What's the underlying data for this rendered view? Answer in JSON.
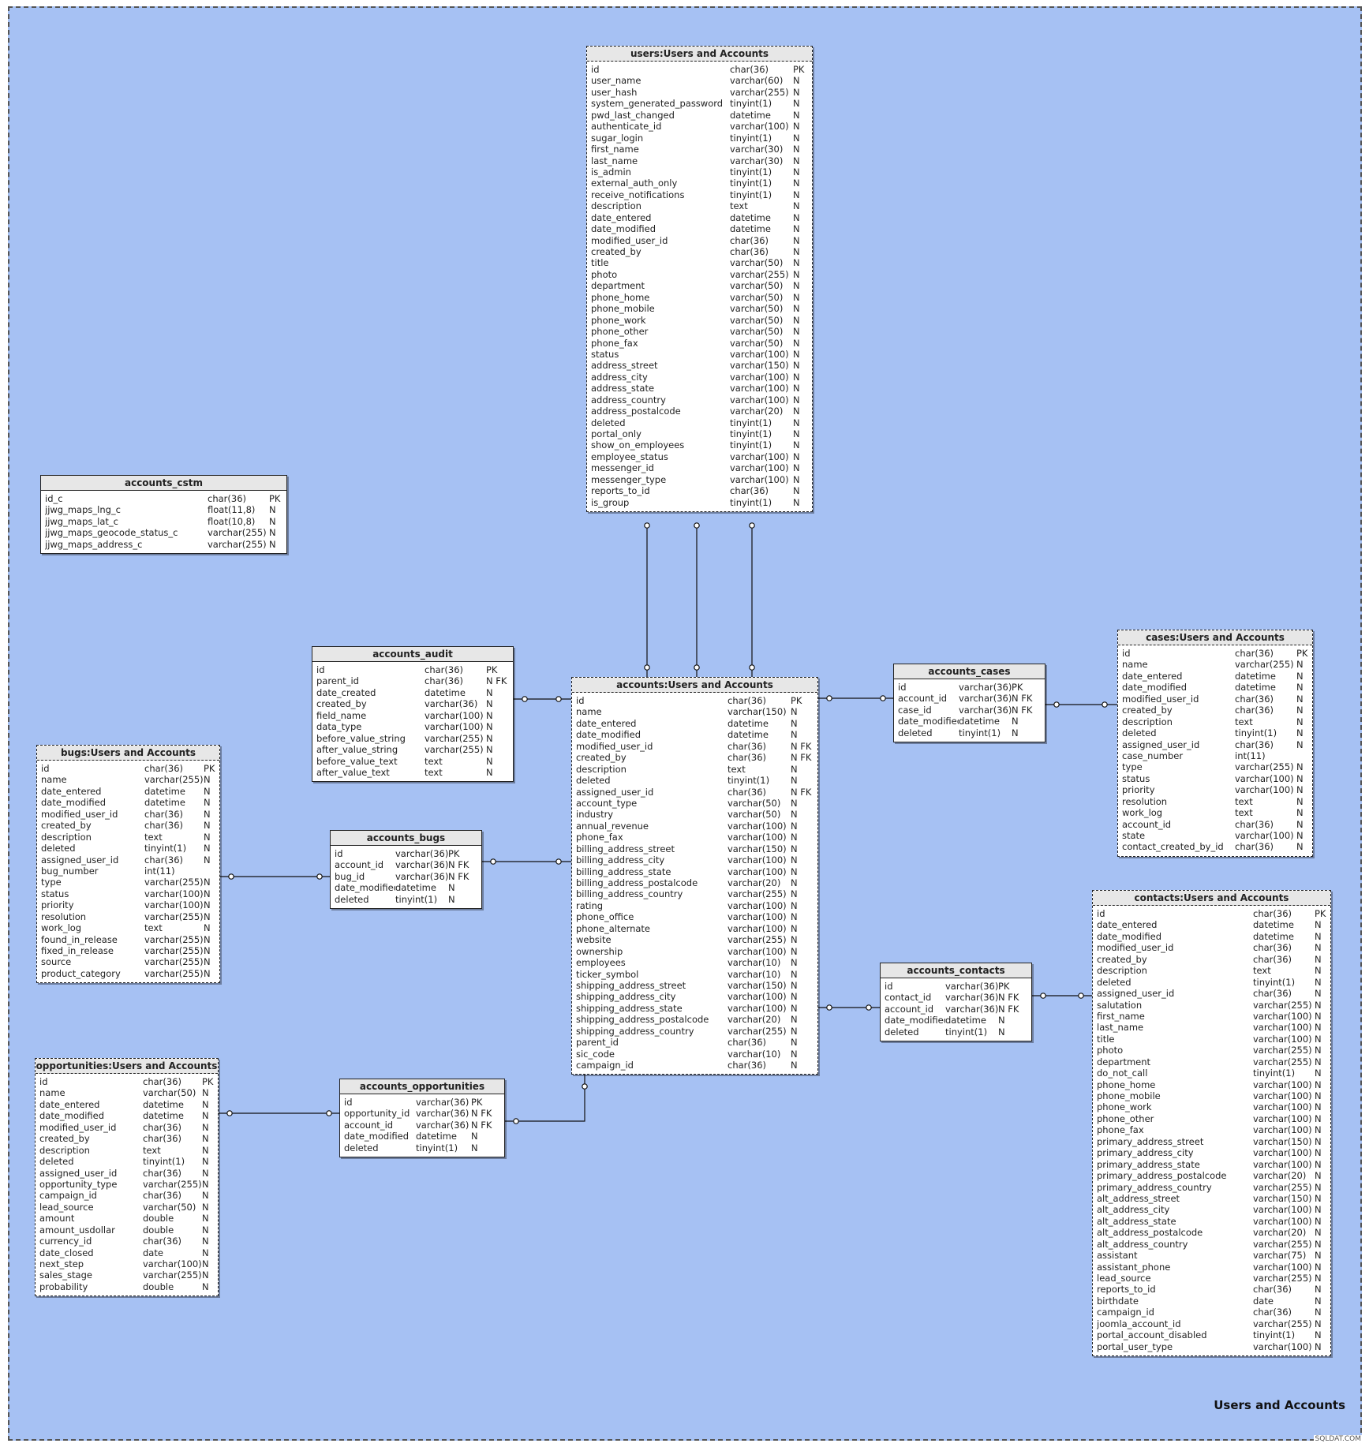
{
  "diagram": {
    "title": "Users and Accounts",
    "watermark": "SQLDAT.COM"
  },
  "colors": {
    "canvas": "#a6c1f3",
    "box": "#ffffff",
    "header": "#e7e7e7",
    "line": "#111111"
  },
  "entities": [
    {
      "id": "users",
      "title": "users:Users and Accounts",
      "dashed": true,
      "columns": [
        [
          "id",
          "char(36)",
          "PK"
        ],
        [
          "user_name",
          "varchar(60)",
          "N"
        ],
        [
          "user_hash",
          "varchar(255)",
          "N"
        ],
        [
          "system_generated_password",
          "tinyint(1)",
          "N"
        ],
        [
          "pwd_last_changed",
          "datetime",
          "N"
        ],
        [
          "authenticate_id",
          "varchar(100)",
          "N"
        ],
        [
          "sugar_login",
          "tinyint(1)",
          "N"
        ],
        [
          "first_name",
          "varchar(30)",
          "N"
        ],
        [
          "last_name",
          "varchar(30)",
          "N"
        ],
        [
          "is_admin",
          "tinyint(1)",
          "N"
        ],
        [
          "external_auth_only",
          "tinyint(1)",
          "N"
        ],
        [
          "receive_notifications",
          "tinyint(1)",
          "N"
        ],
        [
          "description",
          "text",
          "N"
        ],
        [
          "date_entered",
          "datetime",
          "N"
        ],
        [
          "date_modified",
          "datetime",
          "N"
        ],
        [
          "modified_user_id",
          "char(36)",
          "N"
        ],
        [
          "created_by",
          "char(36)",
          "N"
        ],
        [
          "title",
          "varchar(50)",
          "N"
        ],
        [
          "photo",
          "varchar(255)",
          "N"
        ],
        [
          "department",
          "varchar(50)",
          "N"
        ],
        [
          "phone_home",
          "varchar(50)",
          "N"
        ],
        [
          "phone_mobile",
          "varchar(50)",
          "N"
        ],
        [
          "phone_work",
          "varchar(50)",
          "N"
        ],
        [
          "phone_other",
          "varchar(50)",
          "N"
        ],
        [
          "phone_fax",
          "varchar(50)",
          "N"
        ],
        [
          "status",
          "varchar(100)",
          "N"
        ],
        [
          "address_street",
          "varchar(150)",
          "N"
        ],
        [
          "address_city",
          "varchar(100)",
          "N"
        ],
        [
          "address_state",
          "varchar(100)",
          "N"
        ],
        [
          "address_country",
          "varchar(100)",
          "N"
        ],
        [
          "address_postalcode",
          "varchar(20)",
          "N"
        ],
        [
          "deleted",
          "tinyint(1)",
          "N"
        ],
        [
          "portal_only",
          "tinyint(1)",
          "N"
        ],
        [
          "show_on_employees",
          "tinyint(1)",
          "N"
        ],
        [
          "employee_status",
          "varchar(100)",
          "N"
        ],
        [
          "messenger_id",
          "varchar(100)",
          "N"
        ],
        [
          "messenger_type",
          "varchar(100)",
          "N"
        ],
        [
          "reports_to_id",
          "char(36)",
          "N"
        ],
        [
          "is_group",
          "tinyint(1)",
          "N"
        ]
      ]
    },
    {
      "id": "accounts_cstm",
      "title": "accounts_cstm",
      "dashed": false,
      "columns": [
        [
          "id_c",
          "char(36)",
          "PK"
        ],
        [
          "jjwg_maps_lng_c",
          "float(11,8)",
          "N"
        ],
        [
          "jjwg_maps_lat_c",
          "float(10,8)",
          "N"
        ],
        [
          "jjwg_maps_geocode_status_c",
          "varchar(255)",
          "N"
        ],
        [
          "jjwg_maps_address_c",
          "varchar(255)",
          "N"
        ]
      ]
    },
    {
      "id": "accounts_audit",
      "title": "accounts_audit",
      "dashed": false,
      "columns": [
        [
          "id",
          "char(36)",
          "PK"
        ],
        [
          "parent_id",
          "char(36)",
          "N FK"
        ],
        [
          "date_created",
          "datetime",
          "N"
        ],
        [
          "created_by",
          "varchar(36)",
          "N"
        ],
        [
          "field_name",
          "varchar(100)",
          "N"
        ],
        [
          "data_type",
          "varchar(100)",
          "N"
        ],
        [
          "before_value_string",
          "varchar(255)",
          "N"
        ],
        [
          "after_value_string",
          "varchar(255)",
          "N"
        ],
        [
          "before_value_text",
          "text",
          "N"
        ],
        [
          "after_value_text",
          "text",
          "N"
        ]
      ]
    },
    {
      "id": "accounts",
      "title": "accounts:Users and Accounts",
      "dashed": true,
      "columns": [
        [
          "id",
          "char(36)",
          "PK"
        ],
        [
          "name",
          "varchar(150)",
          "N"
        ],
        [
          "date_entered",
          "datetime",
          "N"
        ],
        [
          "date_modified",
          "datetime",
          "N"
        ],
        [
          "modified_user_id",
          "char(36)",
          "N FK"
        ],
        [
          "created_by",
          "char(36)",
          "N FK"
        ],
        [
          "description",
          "text",
          "N"
        ],
        [
          "deleted",
          "tinyint(1)",
          "N"
        ],
        [
          "assigned_user_id",
          "char(36)",
          "N FK"
        ],
        [
          "account_type",
          "varchar(50)",
          "N"
        ],
        [
          "industry",
          "varchar(50)",
          "N"
        ],
        [
          "annual_revenue",
          "varchar(100)",
          "N"
        ],
        [
          "phone_fax",
          "varchar(100)",
          "N"
        ],
        [
          "billing_address_street",
          "varchar(150)",
          "N"
        ],
        [
          "billing_address_city",
          "varchar(100)",
          "N"
        ],
        [
          "billing_address_state",
          "varchar(100)",
          "N"
        ],
        [
          "billing_address_postalcode",
          "varchar(20)",
          "N"
        ],
        [
          "billing_address_country",
          "varchar(255)",
          "N"
        ],
        [
          "rating",
          "varchar(100)",
          "N"
        ],
        [
          "phone_office",
          "varchar(100)",
          "N"
        ],
        [
          "phone_alternate",
          "varchar(100)",
          "N"
        ],
        [
          "website",
          "varchar(255)",
          "N"
        ],
        [
          "ownership",
          "varchar(100)",
          "N"
        ],
        [
          "employees",
          "varchar(10)",
          "N"
        ],
        [
          "ticker_symbol",
          "varchar(10)",
          "N"
        ],
        [
          "shipping_address_street",
          "varchar(150)",
          "N"
        ],
        [
          "shipping_address_city",
          "varchar(100)",
          "N"
        ],
        [
          "shipping_address_state",
          "varchar(100)",
          "N"
        ],
        [
          "shipping_address_postalcode",
          "varchar(20)",
          "N"
        ],
        [
          "shipping_address_country",
          "varchar(255)",
          "N"
        ],
        [
          "parent_id",
          "char(36)",
          "N"
        ],
        [
          "sic_code",
          "varchar(10)",
          "N"
        ],
        [
          "campaign_id",
          "char(36)",
          "N"
        ]
      ]
    },
    {
      "id": "accounts_cases",
      "title": "accounts_cases",
      "dashed": false,
      "columns": [
        [
          "id",
          "varchar(36)",
          "PK"
        ],
        [
          "account_id",
          "varchar(36)",
          "N FK"
        ],
        [
          "case_id",
          "varchar(36)",
          "N FK"
        ],
        [
          "date_modified",
          "datetime",
          "N"
        ],
        [
          "deleted",
          "tinyint(1)",
          "N"
        ]
      ]
    },
    {
      "id": "cases",
      "title": "cases:Users and Accounts",
      "dashed": true,
      "columns": [
        [
          "id",
          "char(36)",
          "PK"
        ],
        [
          "name",
          "varchar(255)",
          "N"
        ],
        [
          "date_entered",
          "datetime",
          "N"
        ],
        [
          "date_modified",
          "datetime",
          "N"
        ],
        [
          "modified_user_id",
          "char(36)",
          "N"
        ],
        [
          "created_by",
          "char(36)",
          "N"
        ],
        [
          "description",
          "text",
          "N"
        ],
        [
          "deleted",
          "tinyint(1)",
          "N"
        ],
        [
          "assigned_user_id",
          "char(36)",
          "N"
        ],
        [
          "case_number",
          "int(11)",
          ""
        ],
        [
          "type",
          "varchar(255)",
          "N"
        ],
        [
          "status",
          "varchar(100)",
          "N"
        ],
        [
          "priority",
          "varchar(100)",
          "N"
        ],
        [
          "resolution",
          "text",
          "N"
        ],
        [
          "work_log",
          "text",
          "N"
        ],
        [
          "account_id",
          "char(36)",
          "N"
        ],
        [
          "state",
          "varchar(100)",
          "N"
        ],
        [
          "contact_created_by_id",
          "char(36)",
          "N"
        ]
      ]
    },
    {
      "id": "bugs",
      "title": "bugs:Users and Accounts",
      "dashed": true,
      "columns": [
        [
          "id",
          "char(36)",
          "PK"
        ],
        [
          "name",
          "varchar(255)",
          "N"
        ],
        [
          "date_entered",
          "datetime",
          "N"
        ],
        [
          "date_modified",
          "datetime",
          "N"
        ],
        [
          "modified_user_id",
          "char(36)",
          "N"
        ],
        [
          "created_by",
          "char(36)",
          "N"
        ],
        [
          "description",
          "text",
          "N"
        ],
        [
          "deleted",
          "tinyint(1)",
          "N"
        ],
        [
          "assigned_user_id",
          "char(36)",
          "N"
        ],
        [
          "bug_number",
          "int(11)",
          ""
        ],
        [
          "type",
          "varchar(255)",
          "N"
        ],
        [
          "status",
          "varchar(100)",
          "N"
        ],
        [
          "priority",
          "varchar(100)",
          "N"
        ],
        [
          "resolution",
          "varchar(255)",
          "N"
        ],
        [
          "work_log",
          "text",
          "N"
        ],
        [
          "found_in_release",
          "varchar(255)",
          "N"
        ],
        [
          "fixed_in_release",
          "varchar(255)",
          "N"
        ],
        [
          "source",
          "varchar(255)",
          "N"
        ],
        [
          "product_category",
          "varchar(255)",
          "N"
        ]
      ]
    },
    {
      "id": "accounts_bugs",
      "title": "accounts_bugs",
      "dashed": false,
      "columns": [
        [
          "id",
          "varchar(36)",
          "PK"
        ],
        [
          "account_id",
          "varchar(36)",
          "N FK"
        ],
        [
          "bug_id",
          "varchar(36)",
          "N FK"
        ],
        [
          "date_modified",
          "datetime",
          "N"
        ],
        [
          "deleted",
          "tinyint(1)",
          "N"
        ]
      ]
    },
    {
      "id": "accounts_contacts",
      "title": "accounts_contacts",
      "dashed": false,
      "columns": [
        [
          "id",
          "varchar(36)",
          "PK"
        ],
        [
          "contact_id",
          "varchar(36)",
          "N FK"
        ],
        [
          "account_id",
          "varchar(36)",
          "N FK"
        ],
        [
          "date_modified",
          "datetime",
          "N"
        ],
        [
          "deleted",
          "tinyint(1)",
          "N"
        ]
      ]
    },
    {
      "id": "contacts",
      "title": "contacts:Users and Accounts",
      "dashed": true,
      "columns": [
        [
          "id",
          "char(36)",
          "PK"
        ],
        [
          "date_entered",
          "datetime",
          "N"
        ],
        [
          "date_modified",
          "datetime",
          "N"
        ],
        [
          "modified_user_id",
          "char(36)",
          "N"
        ],
        [
          "created_by",
          "char(36)",
          "N"
        ],
        [
          "description",
          "text",
          "N"
        ],
        [
          "deleted",
          "tinyint(1)",
          "N"
        ],
        [
          "assigned_user_id",
          "char(36)",
          "N"
        ],
        [
          "salutation",
          "varchar(255)",
          "N"
        ],
        [
          "first_name",
          "varchar(100)",
          "N"
        ],
        [
          "last_name",
          "varchar(100)",
          "N"
        ],
        [
          "title",
          "varchar(100)",
          "N"
        ],
        [
          "photo",
          "varchar(255)",
          "N"
        ],
        [
          "department",
          "varchar(255)",
          "N"
        ],
        [
          "do_not_call",
          "tinyint(1)",
          "N"
        ],
        [
          "phone_home",
          "varchar(100)",
          "N"
        ],
        [
          "phone_mobile",
          "varchar(100)",
          "N"
        ],
        [
          "phone_work",
          "varchar(100)",
          "N"
        ],
        [
          "phone_other",
          "varchar(100)",
          "N"
        ],
        [
          "phone_fax",
          "varchar(100)",
          "N"
        ],
        [
          "primary_address_street",
          "varchar(150)",
          "N"
        ],
        [
          "primary_address_city",
          "varchar(100)",
          "N"
        ],
        [
          "primary_address_state",
          "varchar(100)",
          "N"
        ],
        [
          "primary_address_postalcode",
          "varchar(20)",
          "N"
        ],
        [
          "primary_address_country",
          "varchar(255)",
          "N"
        ],
        [
          "alt_address_street",
          "varchar(150)",
          "N"
        ],
        [
          "alt_address_city",
          "varchar(100)",
          "N"
        ],
        [
          "alt_address_state",
          "varchar(100)",
          "N"
        ],
        [
          "alt_address_postalcode",
          "varchar(20)",
          "N"
        ],
        [
          "alt_address_country",
          "varchar(255)",
          "N"
        ],
        [
          "assistant",
          "varchar(75)",
          "N"
        ],
        [
          "assistant_phone",
          "varchar(100)",
          "N"
        ],
        [
          "lead_source",
          "varchar(255)",
          "N"
        ],
        [
          "reports_to_id",
          "char(36)",
          "N"
        ],
        [
          "birthdate",
          "date",
          "N"
        ],
        [
          "campaign_id",
          "char(36)",
          "N"
        ],
        [
          "joomla_account_id",
          "varchar(255)",
          "N"
        ],
        [
          "portal_account_disabled",
          "tinyint(1)",
          "N"
        ],
        [
          "portal_user_type",
          "varchar(100)",
          "N"
        ]
      ]
    },
    {
      "id": "opportunities",
      "title": "opportunities:Users and Accounts",
      "dashed": true,
      "columns": [
        [
          "id",
          "char(36)",
          "PK"
        ],
        [
          "name",
          "varchar(50)",
          "N"
        ],
        [
          "date_entered",
          "datetime",
          "N"
        ],
        [
          "date_modified",
          "datetime",
          "N"
        ],
        [
          "modified_user_id",
          "char(36)",
          "N"
        ],
        [
          "created_by",
          "char(36)",
          "N"
        ],
        [
          "description",
          "text",
          "N"
        ],
        [
          "deleted",
          "tinyint(1)",
          "N"
        ],
        [
          "assigned_user_id",
          "char(36)",
          "N"
        ],
        [
          "opportunity_type",
          "varchar(255)",
          "N"
        ],
        [
          "campaign_id",
          "char(36)",
          "N"
        ],
        [
          "lead_source",
          "varchar(50)",
          "N"
        ],
        [
          "amount",
          "double",
          "N"
        ],
        [
          "amount_usdollar",
          "double",
          "N"
        ],
        [
          "currency_id",
          "char(36)",
          "N"
        ],
        [
          "date_closed",
          "date",
          "N"
        ],
        [
          "next_step",
          "varchar(100)",
          "N"
        ],
        [
          "sales_stage",
          "varchar(255)",
          "N"
        ],
        [
          "probability",
          "double",
          "N"
        ]
      ]
    },
    {
      "id": "accounts_opportunities",
      "title": "accounts_opportunities",
      "dashed": false,
      "columns": [
        [
          "id",
          "varchar(36)",
          "PK"
        ],
        [
          "opportunity_id",
          "varchar(36)",
          "N FK"
        ],
        [
          "account_id",
          "varchar(36)",
          "N FK"
        ],
        [
          "date_modified",
          "datetime",
          "N"
        ],
        [
          "deleted",
          "tinyint(1)",
          "N"
        ]
      ]
    }
  ]
}
